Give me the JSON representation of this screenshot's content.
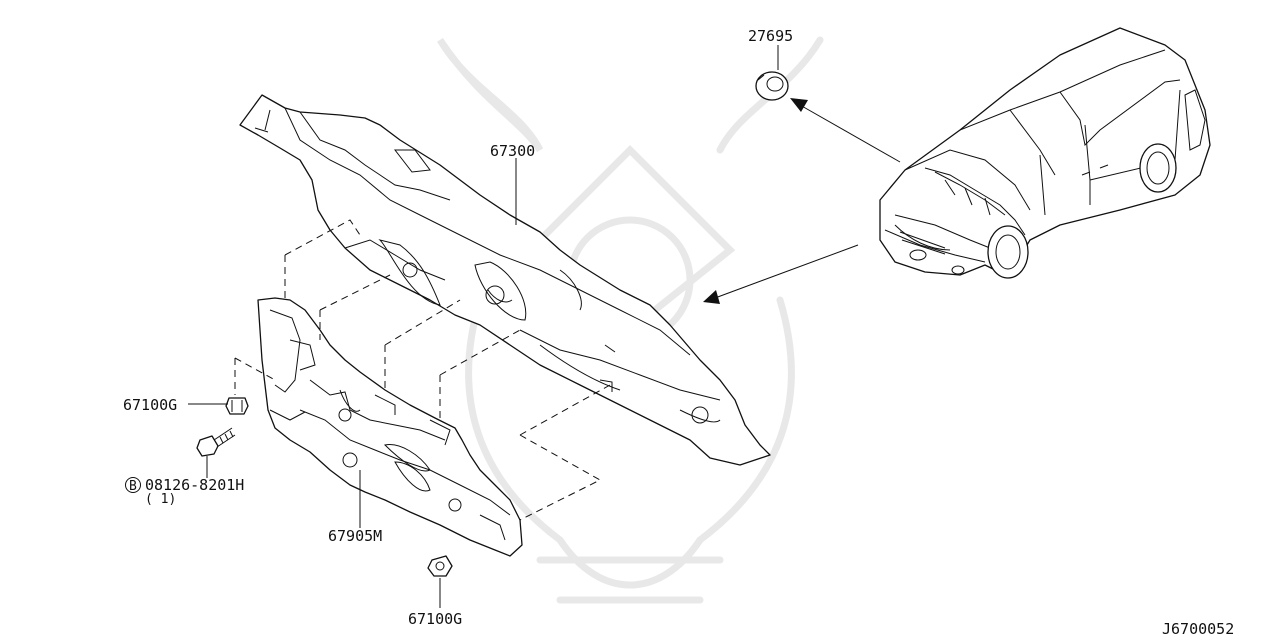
{
  "callouts": {
    "grommet": "27695",
    "dash_panel": "67300",
    "clip_upper": "67100G",
    "bolt_code": "08126-8201H",
    "bolt_qty": "( 1)",
    "bolt_prefix": "B",
    "insulator": "67905M",
    "clip_lower": "67100G"
  },
  "diagram_id": "J6700052"
}
